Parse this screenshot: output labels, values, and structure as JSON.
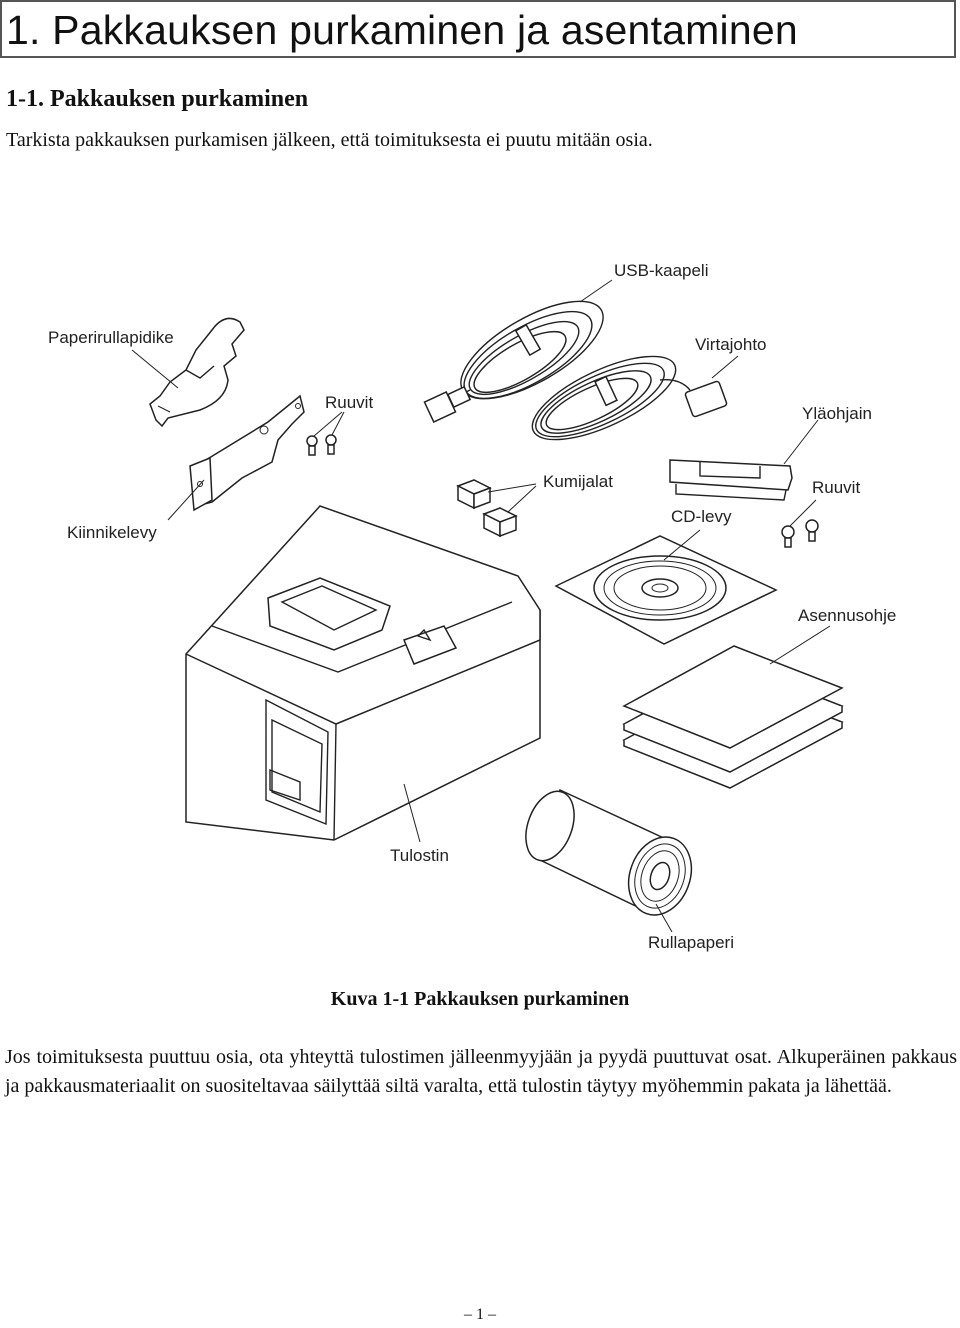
{
  "header": {
    "title": "1. Pakkauksen purkaminen ja asentaminen"
  },
  "section": {
    "heading": "1-1.  Pakkauksen purkaminen"
  },
  "intro": "Tarkista pakkauksen purkamisen jälkeen, että toimituksesta ei puutu mitään osia.",
  "figure": {
    "labels": {
      "usb": "USB-kaapeli",
      "holder": "Paperirullapidike",
      "power": "Virtajohto",
      "screws1": "Ruuvit",
      "guide": "Yläohjain",
      "feet": "Kumijalat",
      "screws2": "Ruuvit",
      "bracket": "Kiinnikelevy",
      "cd": "CD-levy",
      "manual": "Asennusohje",
      "printer": "Tulostin",
      "roll": "Rullapaperi"
    },
    "caption": "Kuva 1-1 Pakkauksen purkaminen"
  },
  "body": "Jos toimituksesta puuttuu osia, ota yhteyttä tulostimen jälleenmyyjään ja pyydä puuttuvat osat. Alkuperäinen pakkaus ja pakkausmateriaalit on suositeltavaa säilyttää siltä varalta, että tulostin täytyy myöhemmin pakata ja lähettää.",
  "footer": {
    "page": "– 1 –"
  }
}
